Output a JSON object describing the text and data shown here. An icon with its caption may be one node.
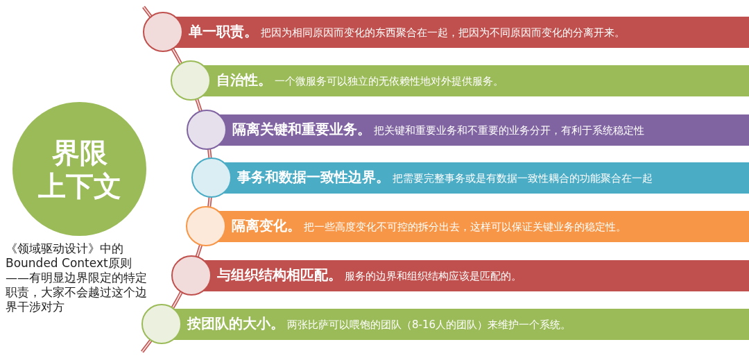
{
  "diagram": {
    "nodes": [
      {
        "text": [
          "界限上下文"
        ],
        "beside": [
          "《领域驱动设计》中的Bounded Context原则——有明显边界限定的特定职责，大家不会越过这个边界干涉对方"
        ]
      },
      {
        "text": [
          "单一职责。",
          "把因为相同原因而变化的东西聚合在一起，把因为不同原因而变化的分离开来。"
        ]
      },
      {
        "text": [
          "自治性。",
          "一个微服务可以独立的无依赖性地对外提供服务。"
        ]
      },
      {
        "text": [
          "隔离关键和重要业务。",
          "把关键和重要业务和不重要的业务分开，有利于系统稳定性"
        ]
      },
      {
        "text": [
          "事务和数据一致性边界。",
          "把需要完整事务或是有数据一致性耦合的功能聚合在一起"
        ]
      },
      {
        "text": [
          "隔离变化。",
          "把一些高度变化不可控的拆分出去，这样可以保证关键业务的稳定性。"
        ]
      },
      {
        "text": [
          "与组织结构相匹配。",
          "服务的边界和组织结构应该是匹配的。"
        ]
      },
      {
        "text": [
          "按团队的大小。",
          "两张比萨可以喂饱的团队（8-16人的团队）来维护一个系统。"
        ]
      }
    ]
  }
}
